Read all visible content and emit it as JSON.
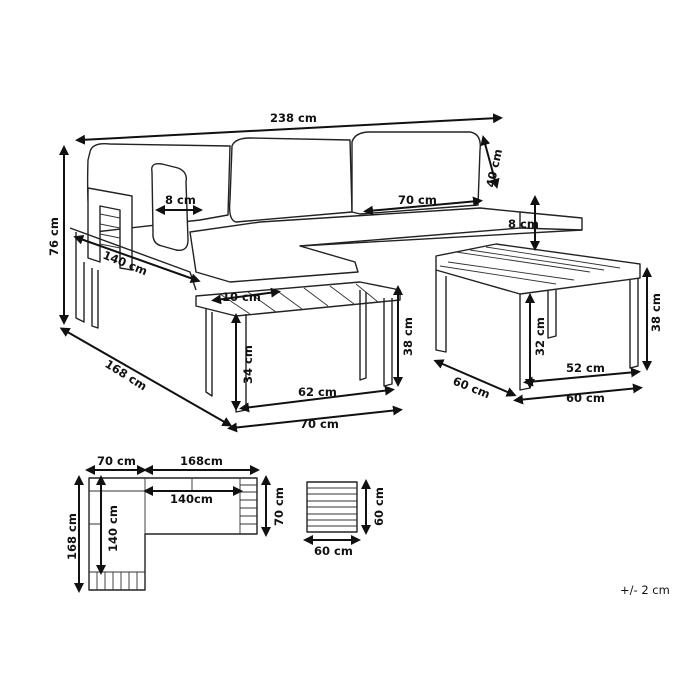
{
  "dimensions": {
    "sofa_total_width": "238 cm",
    "backrest_height": "40 cm",
    "total_height": "76 cm",
    "cushion_thickness": "8 cm",
    "seat_depth": "70 cm",
    "table_top_thickness": "8 cm",
    "chaise_length": "140 cm",
    "side_shelf_thickness": "10 cm",
    "side_shelf_height": "38 cm",
    "side_leg_height": "34 cm",
    "side_inner_width": "62 cm",
    "side_width": "70 cm",
    "sofa_depth": "168 cm",
    "table_height": "38 cm",
    "table_leg_height": "32 cm",
    "table_inner_width": "52 cm",
    "table_depth": "60 cm",
    "table_width": "60 cm"
  },
  "plan": {
    "chaise_width": "70 cm",
    "sofa_length": "168cm",
    "seat_length": "140cm",
    "sofa_depth": "70 cm",
    "chaise_total": "168 cm",
    "chaise_seat": "140 cm",
    "table_depth": "60 cm",
    "table_width": "60 cm"
  },
  "tolerance": "+/- 2 cm"
}
